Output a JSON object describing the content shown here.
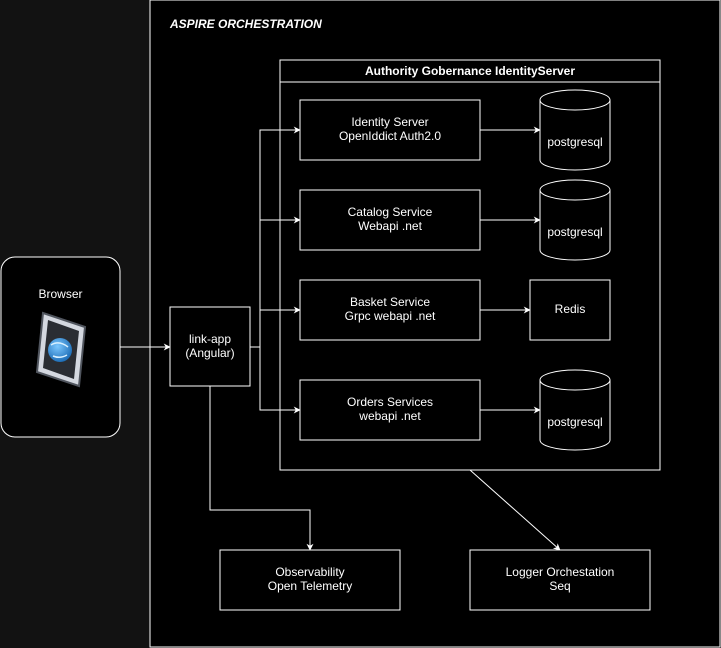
{
  "orchestration": {
    "title": "ASPIRE ORCHESTRATION"
  },
  "browser": {
    "label": "Browser",
    "icon": "browser-globe-icon"
  },
  "app": {
    "line1": "link-app",
    "line2": "(Angular)"
  },
  "identity_group": {
    "title": "Authority Gobernance IdentityServer"
  },
  "services": [
    {
      "line1": "Identity Server",
      "line2": "OpenIddict Auth2.0",
      "store": "postgresql",
      "store_shape": "cylinder"
    },
    {
      "line1": "Catalog Service",
      "line2": "Webapi .net",
      "store": "postgresql",
      "store_shape": "cylinder"
    },
    {
      "line1": "Basket Service",
      "line2": "Grpc webapi .net",
      "store": "Redis",
      "store_shape": "box"
    },
    {
      "line1": "Orders Services",
      "line2": "webapi .net",
      "store": "postgresql",
      "store_shape": "cylinder"
    }
  ],
  "observability": {
    "line1": "Observability",
    "line2": "Open Telemetry"
  },
  "logger": {
    "line1": "Logger Orchestation",
    "line2": "Seq"
  },
  "colors": {
    "background": "#121212",
    "canvas": "#000000",
    "stroke": "#ffffff",
    "text": "#ffffff",
    "globe": "#2b8fd8"
  }
}
